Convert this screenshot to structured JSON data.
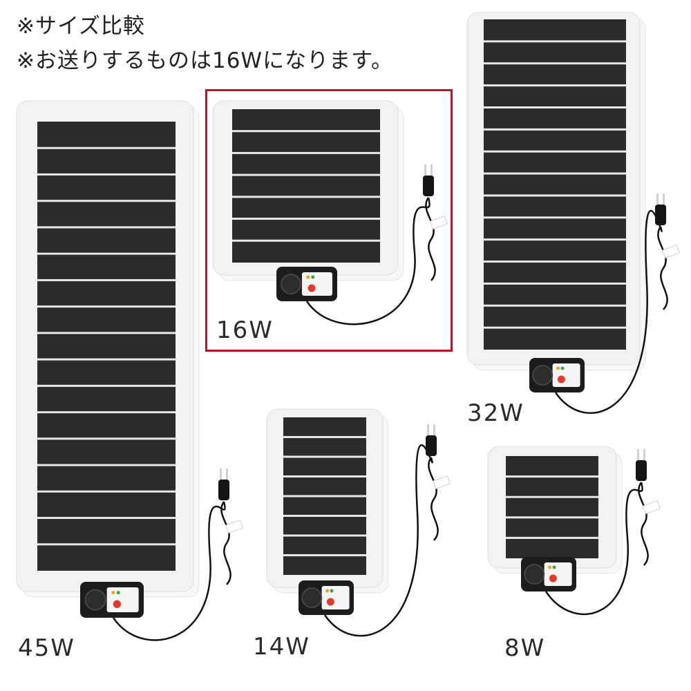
{
  "heading": {
    "line1": "※サイズ比較",
    "line2": "※お送りするものは16Wになります。"
  },
  "highlighted_product": "16W",
  "colors": {
    "highlight_frame": "#b8162a",
    "panel_surface": "#2b2b2d",
    "panel_frame": "#f2f2f2",
    "controller": "#1c1c1c",
    "indicator_red": "#e23b2e",
    "indicator_orange": "#f0a020",
    "indicator_green": "#3aa24a"
  },
  "products": [
    {
      "id": "p45",
      "wattage": "45W",
      "stripes": 16,
      "icon": "heater-panel-icon"
    },
    {
      "id": "p16",
      "wattage": "16W",
      "stripes": 6,
      "icon": "heater-panel-icon"
    },
    {
      "id": "p32",
      "wattage": "32W",
      "stripes": 14,
      "icon": "heater-panel-icon"
    },
    {
      "id": "p14",
      "wattage": "14W",
      "stripes": 7,
      "icon": "heater-panel-icon"
    },
    {
      "id": "p8",
      "wattage": "8W",
      "stripes": 4,
      "icon": "heater-panel-icon"
    }
  ]
}
